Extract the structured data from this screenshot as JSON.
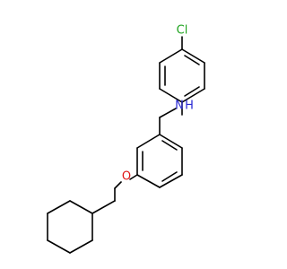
{
  "molecule": {
    "atoms": [
      {
        "id": "Cl",
        "label": "Cl",
        "color": "#1fa31f"
      },
      {
        "id": "N",
        "label": "N",
        "color": "#2a2ad4"
      },
      {
        "id": "H",
        "label": "H",
        "color": "#2a2ad4"
      },
      {
        "id": "O",
        "label": "O",
        "color": "#e01818"
      }
    ],
    "bond_color": "#000000"
  }
}
